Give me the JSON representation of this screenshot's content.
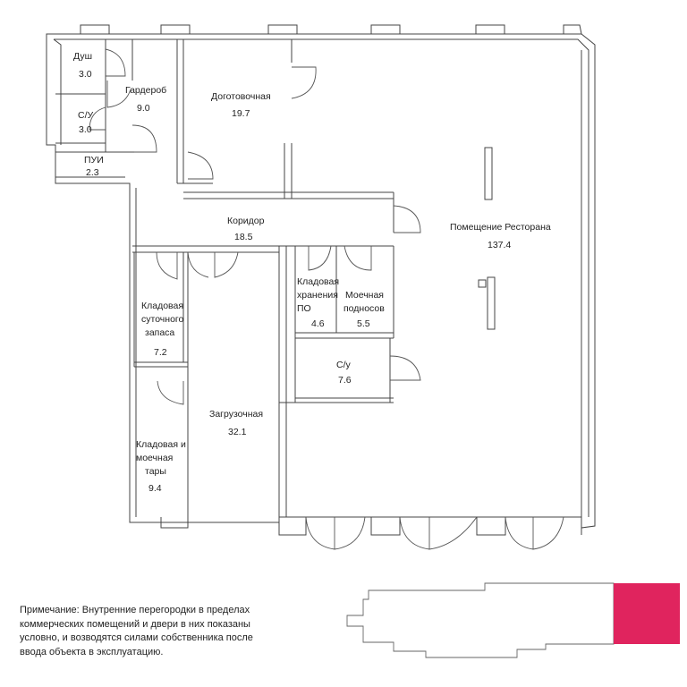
{
  "rooms": [
    {
      "id": "dush",
      "lines": [
        "Душ"
      ],
      "area": "3.0"
    },
    {
      "id": "su1",
      "lines": [
        "С/У"
      ],
      "area": "3.0"
    },
    {
      "id": "pui",
      "lines": [
        "ПУИ"
      ],
      "area": "2.3"
    },
    {
      "id": "garderob",
      "lines": [
        "Гардероб"
      ],
      "area": "9.0"
    },
    {
      "id": "dogotovochnaya",
      "lines": [
        "Доготовочная"
      ],
      "area": "19.7"
    },
    {
      "id": "koridor",
      "lines": [
        "Коридор"
      ],
      "area": "18.5"
    },
    {
      "id": "restoran",
      "lines": [
        "Помещение Ресторана"
      ],
      "area": "137.4"
    },
    {
      "id": "kladovaya-sutochnogo",
      "lines": [
        "Кладовая",
        "суточного",
        "запаса"
      ],
      "area": "7.2"
    },
    {
      "id": "kladovaya-po",
      "lines": [
        "Кладовая",
        "хранения",
        "ПО"
      ],
      "area": "4.6"
    },
    {
      "id": "moechnaya-podnosov",
      "lines": [
        "Моечная",
        "подносов"
      ],
      "area": "5.5"
    },
    {
      "id": "su2",
      "lines": [
        "С/у"
      ],
      "area": "7.6"
    },
    {
      "id": "zagruzochnaya",
      "lines": [
        "Загрузочная"
      ],
      "area": "32.1"
    },
    {
      "id": "kladovaya-moechnaya",
      "lines": [
        "Кладовая и",
        "моечная",
        "тары"
      ],
      "area": "9.4"
    }
  ],
  "note": {
    "lines": [
      "Примечание: Внутренние перегородки в пределах",
      "коммерческих помещений  и двери в них показаны",
      "условно, и возводятся силами собственника после",
      "ввода объекта в эксплуатацию."
    ]
  },
  "colors": {
    "highlight": "#e0245e",
    "line": "#333333",
    "wall": "#444444"
  }
}
